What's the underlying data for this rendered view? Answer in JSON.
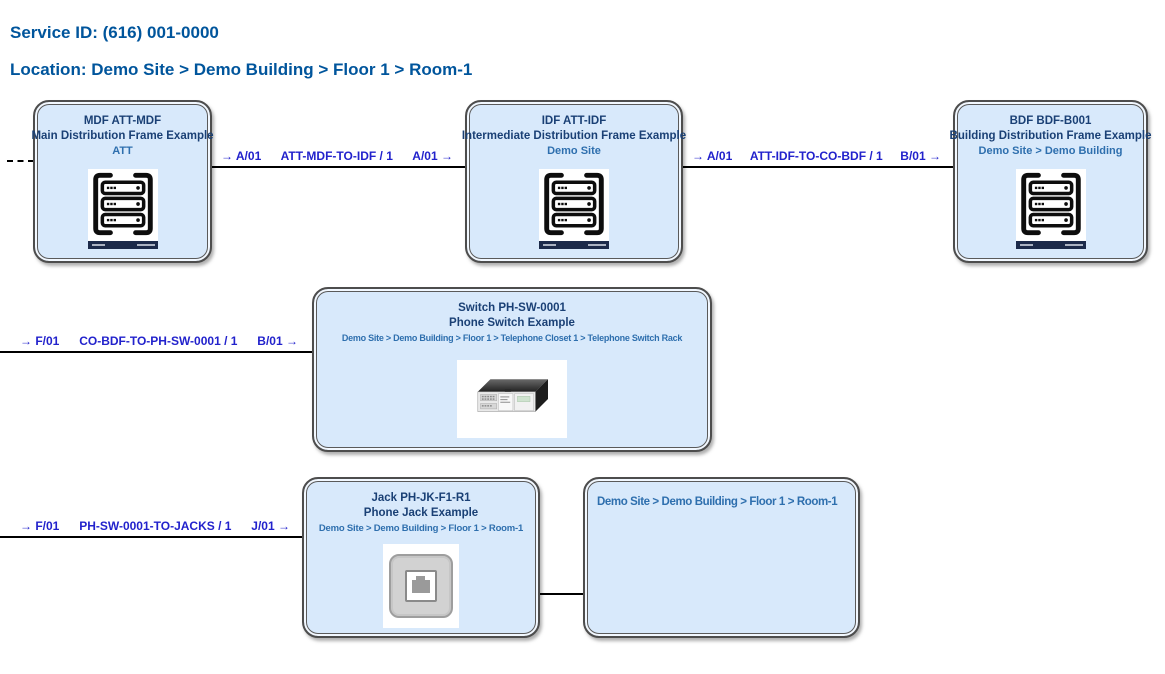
{
  "header": {
    "service_id": "Service ID: (616) 001-0000",
    "location": "Location: Demo Site > Demo Building > Floor 1 > Room-1"
  },
  "icons": {
    "arrow_right": "→"
  },
  "nodes": {
    "mdf": {
      "title": "MDF ATT-MDF",
      "description": "Main Distribution Frame Example",
      "location": "ATT",
      "icon": "rack-icon"
    },
    "idf": {
      "title": "IDF ATT-IDF",
      "description": "Intermediate Distribution Frame Example",
      "location": "Demo Site",
      "icon": "rack-icon"
    },
    "bdf": {
      "title": "BDF BDF-B001",
      "description": "Building Distribution Frame Example",
      "location": "Demo Site > Demo Building",
      "icon": "rack-icon"
    },
    "switch": {
      "title": "Switch PH-SW-0001",
      "description": "Phone Switch Example",
      "location": "Demo Site > Demo Building > Floor 1 > Telephone Closet 1 > Telephone Switch Rack",
      "icon": "switch-icon"
    },
    "jack": {
      "title": "Jack PH-JK-F1-R1",
      "description": "Phone Jack Example",
      "location": "Demo Site > Demo Building > Floor 1 > Room-1",
      "icon": "jack-icon"
    },
    "room": {
      "location": "Demo Site > Demo Building > Floor 1 > Room-1"
    }
  },
  "links": {
    "mdf_to_idf": {
      "in_port": "A/01",
      "cable": "ATT-MDF-TO-IDF / 1",
      "out_port": "A/01"
    },
    "idf_to_bdf": {
      "in_port": "A/01",
      "cable": "ATT-IDF-TO-CO-BDF / 1",
      "out_port": "B/01"
    },
    "bdf_to_switch": {
      "in_port": "F/01",
      "cable": "CO-BDF-TO-PH-SW-0001 / 1",
      "out_port": "B/01"
    },
    "switch_to_jacks": {
      "in_port": "F/01",
      "cable": "PH-SW-0001-TO-JACKS / 1",
      "out_port": "J/01"
    }
  },
  "colors": {
    "header_text": "#00559c",
    "node_fill": "#d8e9fb",
    "node_border": "#4d4d4d",
    "node_title_text": "#1a4075",
    "node_location_text": "#2e6fae",
    "link_text": "#2222cc",
    "wire": "#000000"
  }
}
